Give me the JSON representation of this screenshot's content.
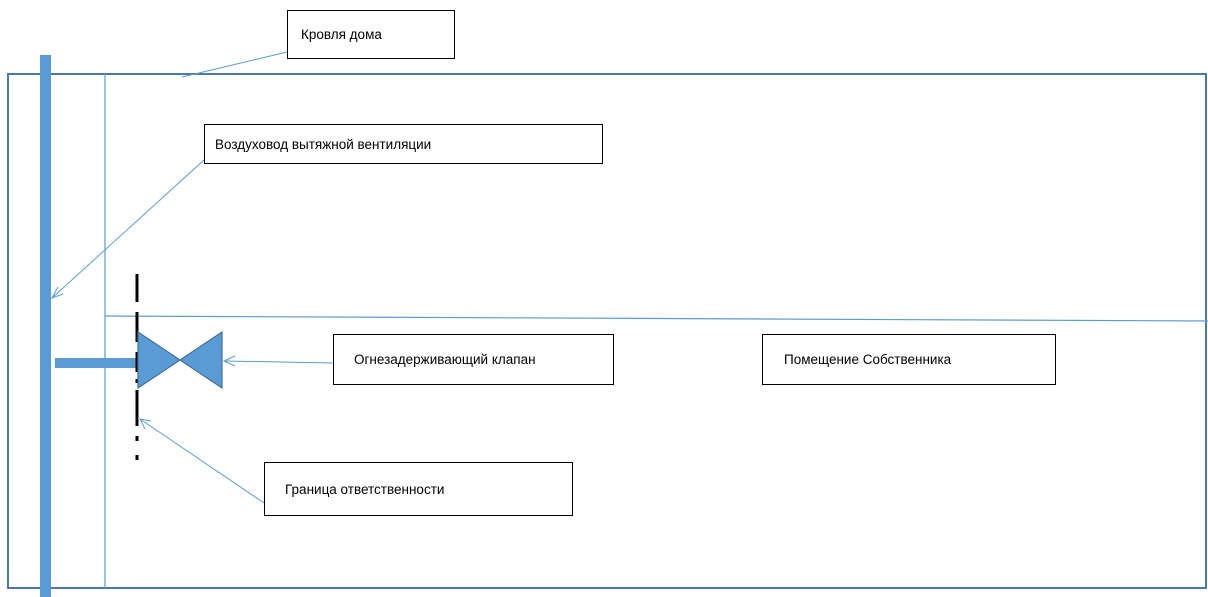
{
  "labels": {
    "roof": "Кровля дома",
    "duct": "Воздуховод вытяжной вентиляции",
    "valve": "Огнезадерживающий клапан",
    "room": "Помещение Собственника",
    "boundary": "Граница ответственности"
  },
  "colors": {
    "building_outline": "#4a77ad",
    "duct": "#5b9bd5",
    "leader_line": "#5b9bd5",
    "valve_fill": "#5b9bd5",
    "valve_stroke": "#41719c",
    "boundary_line": "#000000"
  }
}
